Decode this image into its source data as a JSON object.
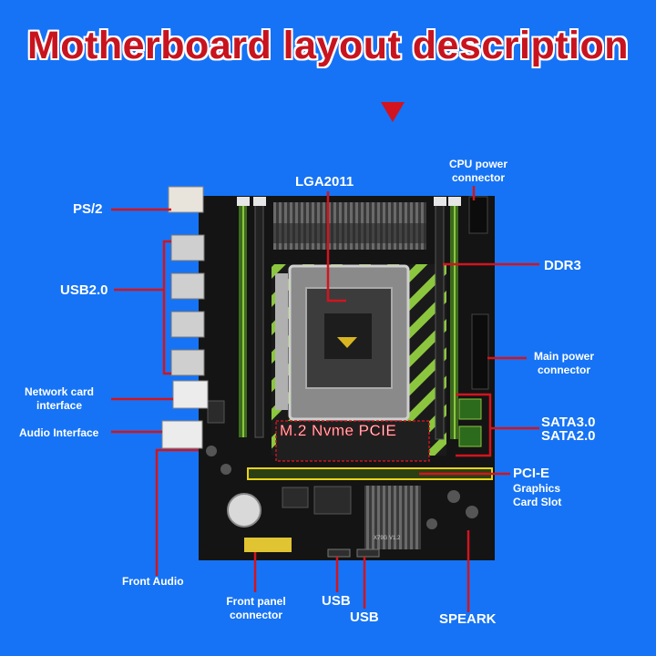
{
  "title": "Motherboard layout description",
  "labels": {
    "lga": "LGA2011",
    "cpu_power": [
      "CPU power",
      "connector"
    ],
    "ps2": "PS/2",
    "ddr3": "DDR3",
    "usb20": "USB2.0",
    "main_power": [
      "Main power",
      "connector"
    ],
    "network": [
      "Network card",
      "interface"
    ],
    "audio": "Audio Interface",
    "sata3": "SATA3.0",
    "sata2": "SATA2.0",
    "m2": "M.2  Nvme  PCIE",
    "pcie": "PCI-E",
    "graphics": [
      "Graphics",
      "Card Slot"
    ],
    "front_audio": "Front Audio",
    "front_panel": [
      "Front panel",
      "connector"
    ],
    "usb_a": "USB",
    "usb_b": "USB",
    "speaker": "SPEARK",
    "board_model": "X79G V1.2"
  },
  "colors": {
    "background": "#1673f5",
    "title": "#c8141e",
    "leader": "#d2141e",
    "board": "#141414",
    "accent_green": "#8cc63f",
    "accent_yellow": "#e8d21a"
  }
}
